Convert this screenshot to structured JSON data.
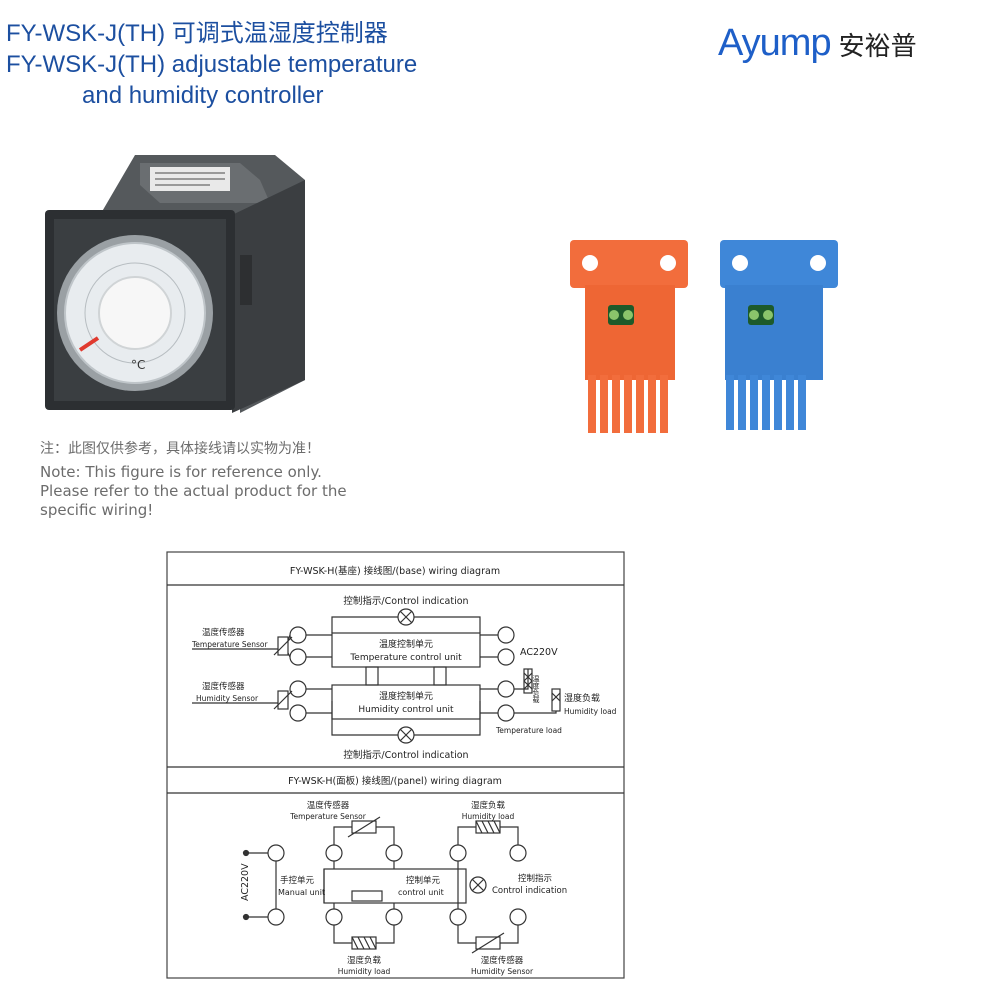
{
  "header": {
    "title_line1": "FY-WSK-J(TH) 可调式温湿度控制器",
    "title_line2": "FY-WSK-J(TH) adjustable temperature",
    "title_line3": "and humidity controller"
  },
  "brand": {
    "name": "Ayump",
    "name_cn": "安裕普",
    "color": "#1e5fc8"
  },
  "note": {
    "cn": "注：此图仅供参考，具体接线请以实物为准！",
    "en_line1": "Note: This figure is for reference only.",
    "en_line2": "Please refer to the actual product for the",
    "en_line3": "specific wiring!"
  },
  "product": {
    "dial_unit": "°C",
    "connector_colors": [
      "#f26d3c",
      "#3f87d8"
    ]
  },
  "base_diagram": {
    "title": "FY-WSK-H(基座) 接线图/(base) wiring diagram",
    "top_indicator": "控制指示/Control indication",
    "bottom_indicator": "控制指示/Control indication",
    "temp_sensor_cn": "温度传感器",
    "temp_sensor_en": "Temperature Sensor",
    "humid_sensor_cn": "湿度传感器",
    "humid_sensor_en": "Humidity Sensor",
    "temp_unit_cn": "温度控制单元",
    "temp_unit_en": "Temperature control unit",
    "humid_unit_cn": "湿度控制单元",
    "humid_unit_en": "Humidity control unit",
    "supply": "AC220V",
    "temp_load_cn": "温度负载",
    "temp_load_en": "Temperature load",
    "humid_load_cn": "湿度负载",
    "humid_load_en": "Humidity load"
  },
  "panel_diagram": {
    "title": "FY-WSK-H(面板) 接线图/(panel) wiring diagram",
    "temp_sensor_cn": "温度传感器",
    "temp_sensor_en": "Temperature Sensor",
    "humid_load_top_cn": "湿度负载",
    "humid_load_top_en": "Humidity load",
    "manual_unit_cn": "手控单元",
    "manual_unit_en": "Manual unit",
    "control_unit_cn": "控制单元",
    "control_unit_en": "control unit",
    "indicator_cn": "控制指示",
    "indicator_en": "Control indication",
    "supply": "AC220V",
    "humid_load_bottom_cn": "湿度负载",
    "humid_load_bottom_en": "Humidity load",
    "humid_sensor_cn": "湿度传感器",
    "humid_sensor_en": "Humidity Sensor"
  }
}
